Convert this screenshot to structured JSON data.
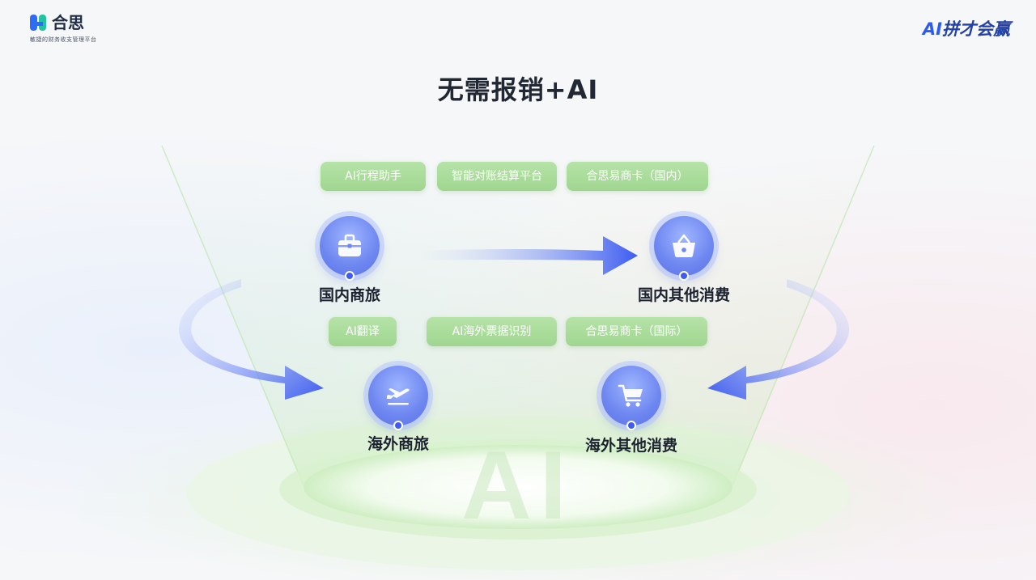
{
  "brand": {
    "name": "合思",
    "tagline": "敏捷的财务收支管理平台"
  },
  "slogan": {
    "ai": "AI",
    "rest": "拼才会赢"
  },
  "title": "无需报销+AI",
  "tags_top": [
    "AI行程助手",
    "智能对账结算平台",
    "合思易商卡（国内）"
  ],
  "tags_bottom": [
    "AI翻译",
    "AI海外票据识别",
    "合思易商卡（国际）"
  ],
  "nodes": {
    "domestic_travel": {
      "label": "国内商旅",
      "icon": "briefcase-icon"
    },
    "domestic_other": {
      "label": "国内其他消费",
      "icon": "basket-icon"
    },
    "overseas_travel": {
      "label": "海外商旅",
      "icon": "airplane-icon"
    },
    "overseas_other": {
      "label": "海外其他消费",
      "icon": "cart-icon"
    }
  },
  "platform_text": "AI",
  "colors": {
    "accent": "#3e5cf0",
    "pill": "#9fd68f",
    "title": "#222833"
  }
}
